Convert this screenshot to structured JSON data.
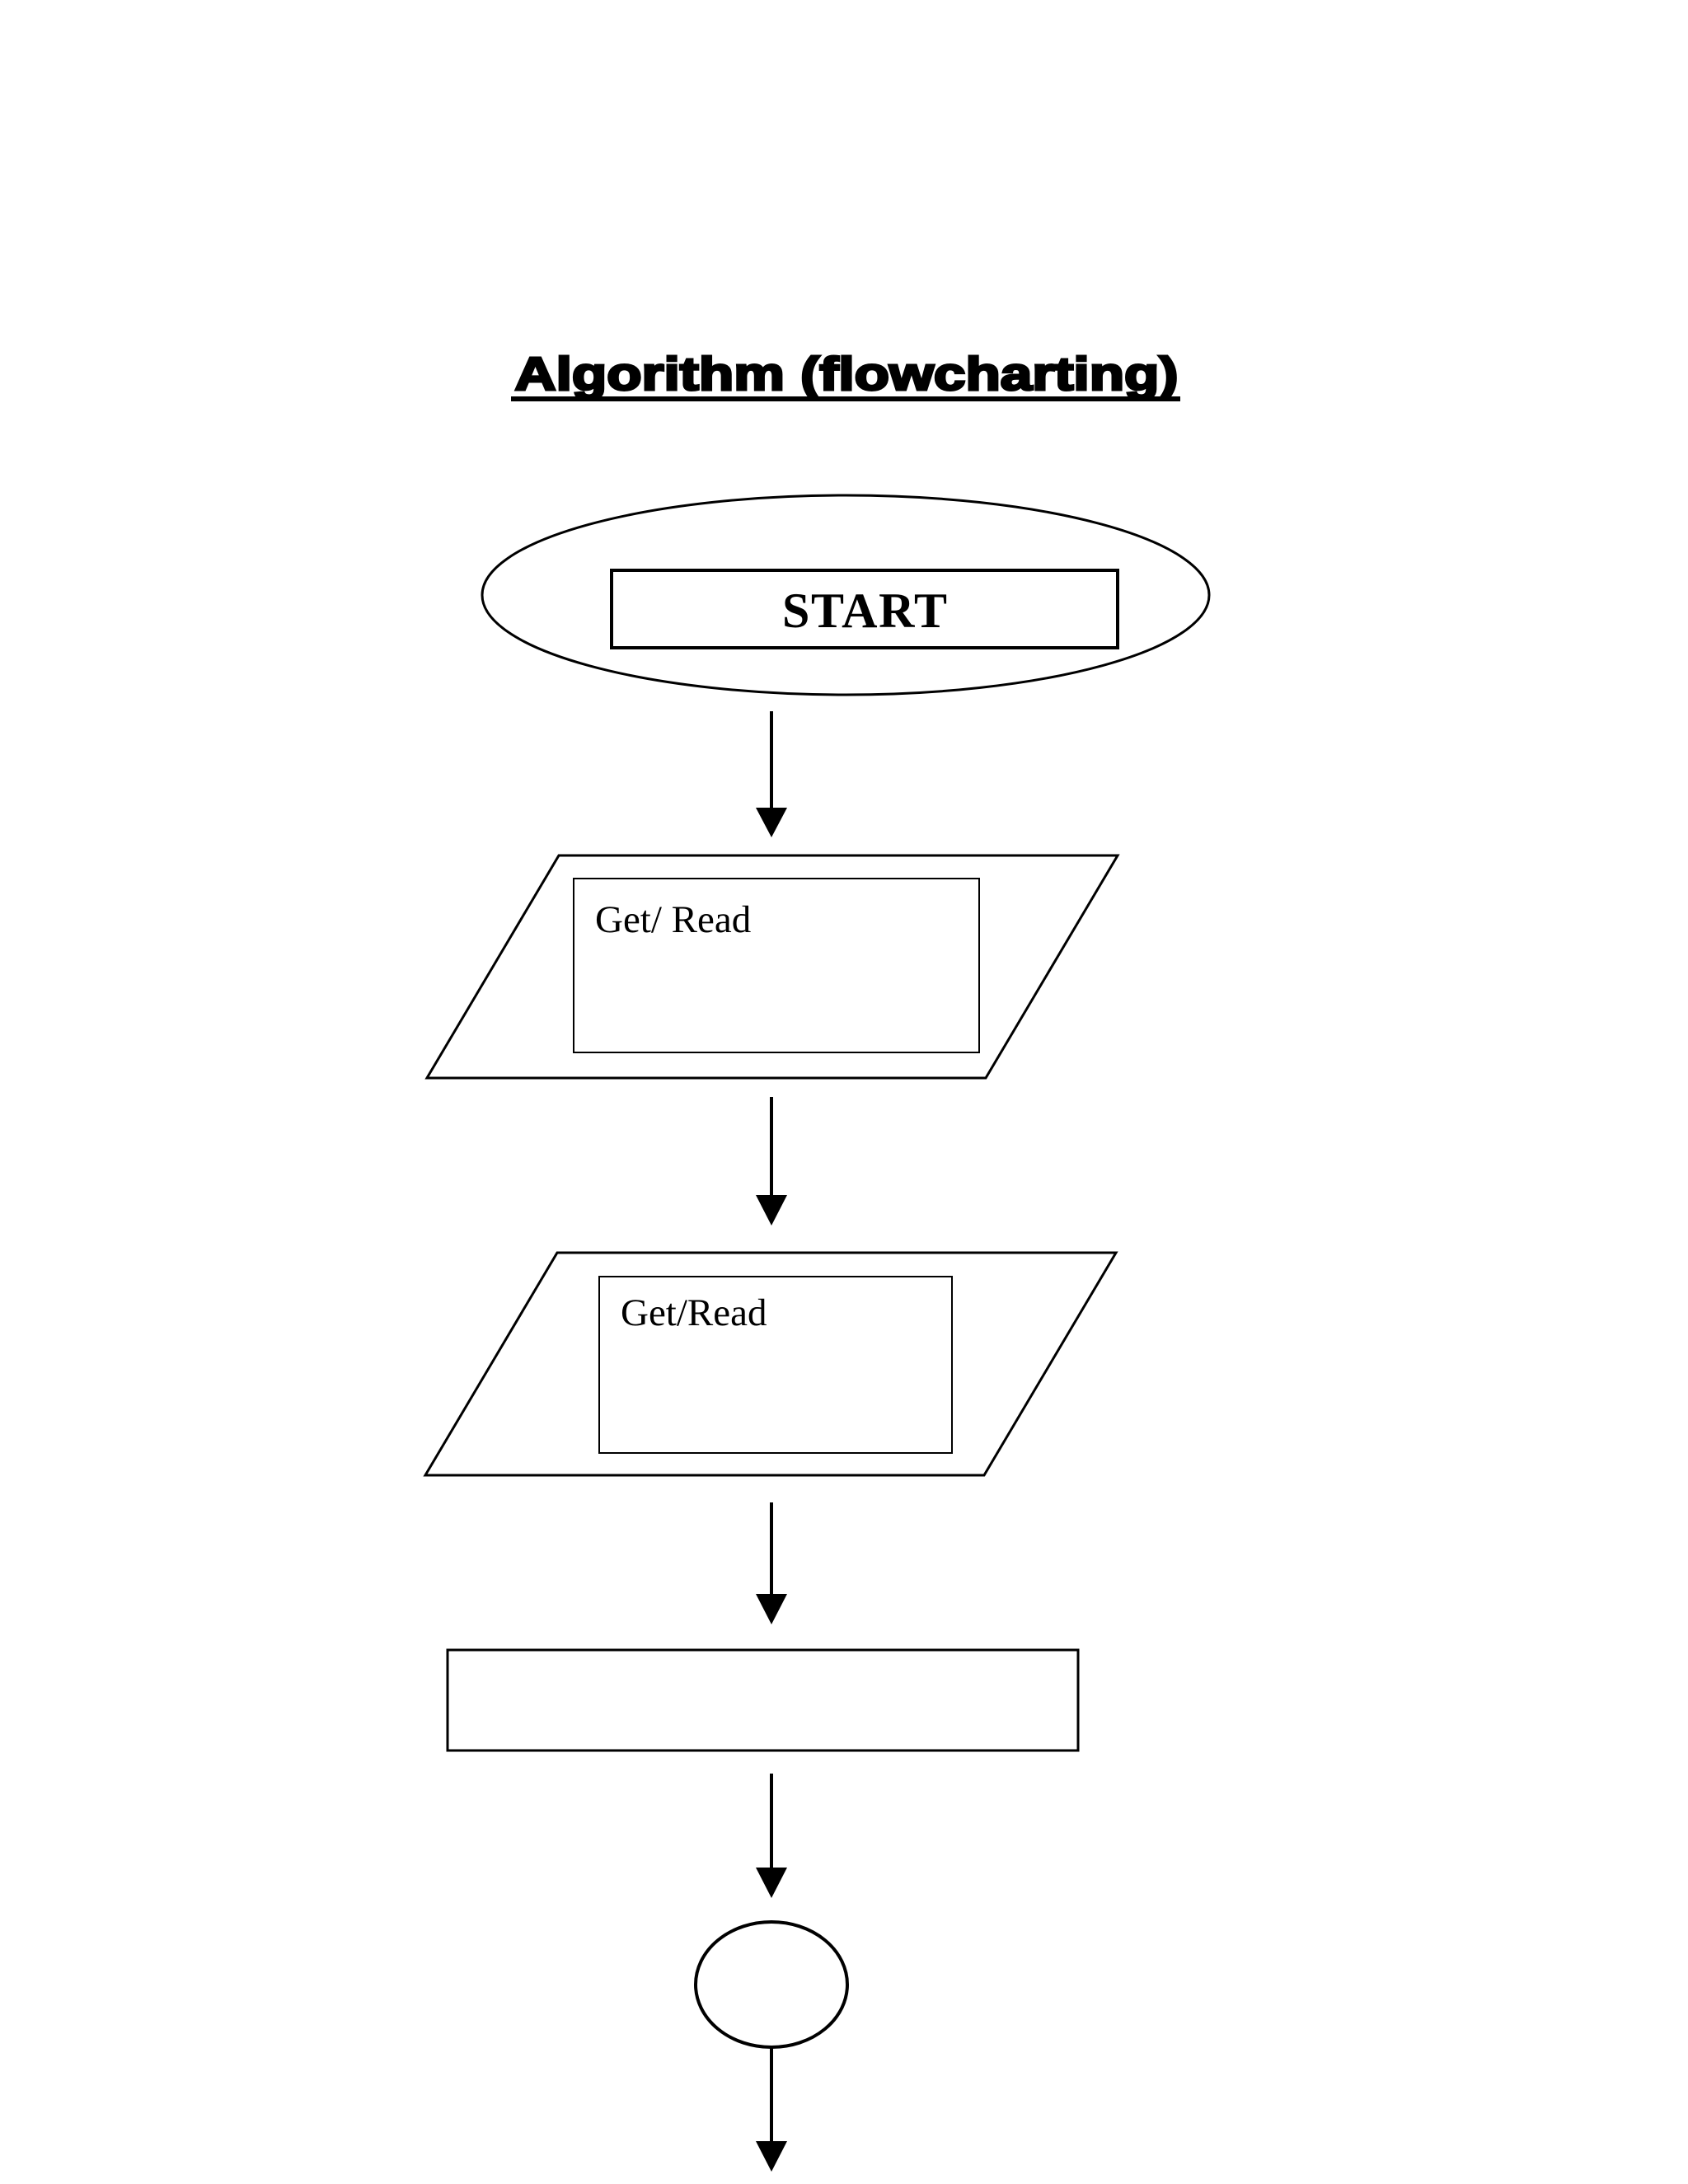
{
  "title": {
    "text": "Algorithm (flowcharting)"
  },
  "flowchart": {
    "start": {
      "label": "START"
    },
    "input1": {
      "label": "Get/ Read"
    },
    "input2": {
      "label": "Get/Read"
    }
  },
  "colors": {
    "background": "#ffffff",
    "stroke": "#000000",
    "text": "#000000"
  }
}
